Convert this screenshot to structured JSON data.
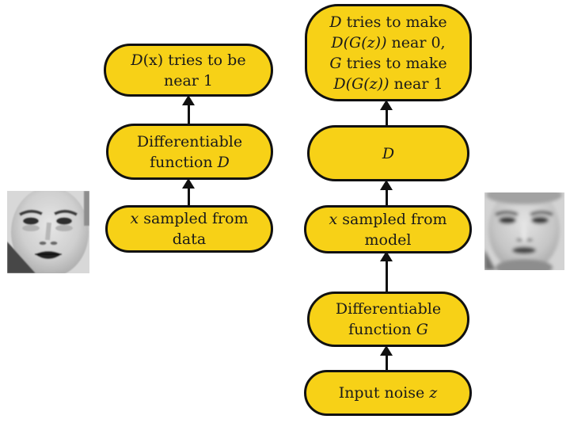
{
  "palette": {
    "node_fill": "#f7d117",
    "node_border": "#111111",
    "arrow": "#111111",
    "background": "#ffffff",
    "text": "#1a1a1a"
  },
  "diagram": {
    "left": {
      "output": {
        "var1": "D",
        "rest1": "(x) tries to be",
        "line2": "near 1"
      },
      "func_d": {
        "line1": "Differentiable",
        "rest2": "function ",
        "var2": "D"
      },
      "data": {
        "var1": "x",
        "rest1": " sampled from",
        "line2": "data"
      }
    },
    "right": {
      "objective": {
        "var1": "D",
        "rest1": " tries to make",
        "var2": "D(G(z))",
        "rest2": " near 0,",
        "var3": "G",
        "rest3": " tries to make",
        "var4": "D(G(z))",
        "rest4": " near 1"
      },
      "d": {
        "label": "D"
      },
      "model": {
        "var1": "x",
        "rest1": " sampled from",
        "line2": "model"
      },
      "func_g": {
        "line1": "Differentiable",
        "rest2": "function ",
        "var2": "G"
      },
      "noise": {
        "rest1": "Input noise ",
        "var1": "z"
      }
    },
    "images": {
      "left": "real-face-photo",
      "right": "model-face-photo"
    }
  }
}
